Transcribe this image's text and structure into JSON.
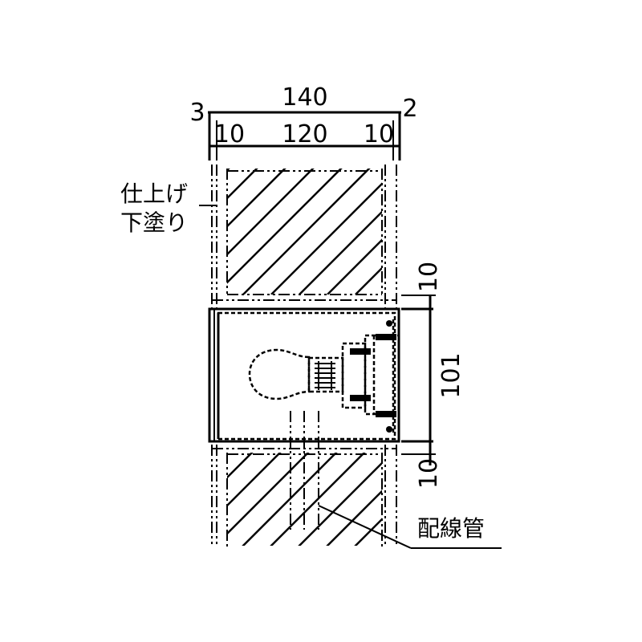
{
  "dimensions": {
    "overall_width": "140",
    "left_offset": "3",
    "right_offset": "2",
    "segment_left": "10",
    "segment_center": "120",
    "segment_right": "10",
    "top_gap": "10",
    "box_height": "101",
    "bottom_gap": "10"
  },
  "labels": {
    "finish_line1": "仕上げ",
    "finish_line2": "下塗り",
    "conduit": "配線管"
  }
}
